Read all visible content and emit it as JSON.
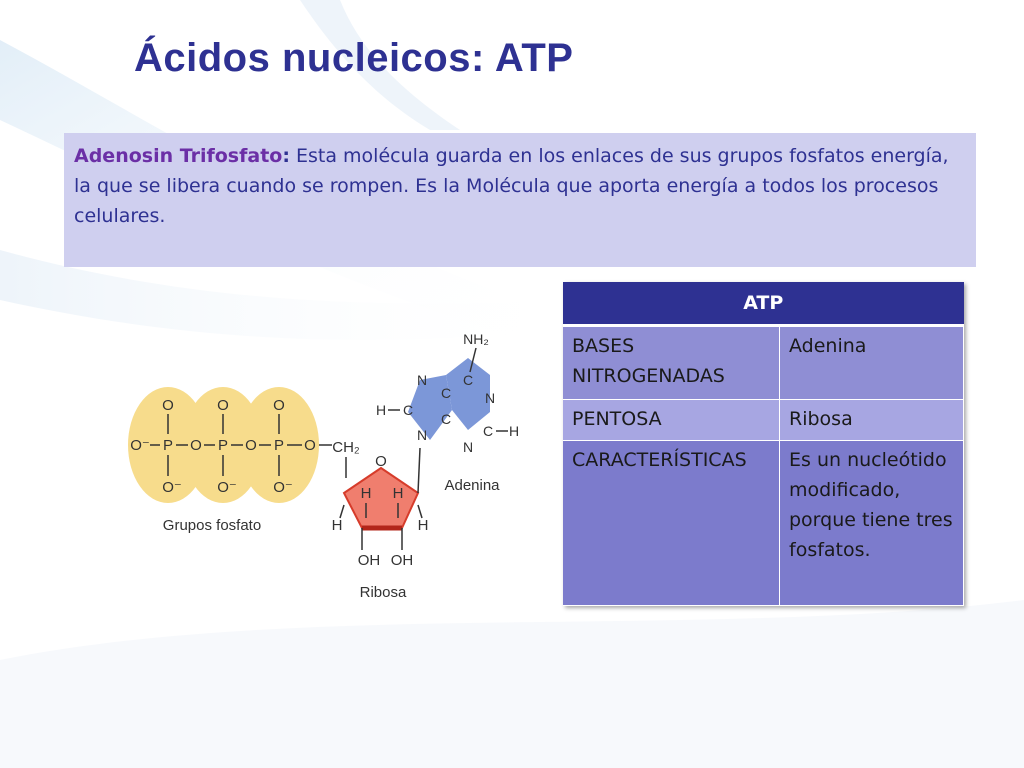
{
  "slide": {
    "title": "Ácidos nucleicos: ATP",
    "definition": {
      "term": "Adenosin Trifosfato",
      "colon": ":",
      "body": " Esta molécula guarda en los enlaces de sus grupos fosfatos energía, la que se libera cuando se rompen. Es la Molécula que aporta energía a todos los procesos celulares."
    }
  },
  "table": {
    "header": "ATP",
    "rows": [
      {
        "label": "BASES NITROGENADAS",
        "value": "Adenina"
      },
      {
        "label": "PENTOSA",
        "value": "Ribosa"
      },
      {
        "label": "CARACTERÍSTICAS",
        "value": "Es un nucleótido modificado, porque tiene tres fosfatos."
      }
    ]
  },
  "diagram": {
    "phosphate_O": "O",
    "phosphate_P": "P",
    "phosphate_Ominus": "O⁻",
    "ch2": "CH₂",
    "ring_O": "O",
    "H": "H",
    "OH": "OH",
    "N": "N",
    "C": "C",
    "nh2": "NH₂",
    "label_fosfatos": "Grupos fosfato",
    "label_ribosa": "Ribosa",
    "label_adenina": "Adenina"
  }
}
